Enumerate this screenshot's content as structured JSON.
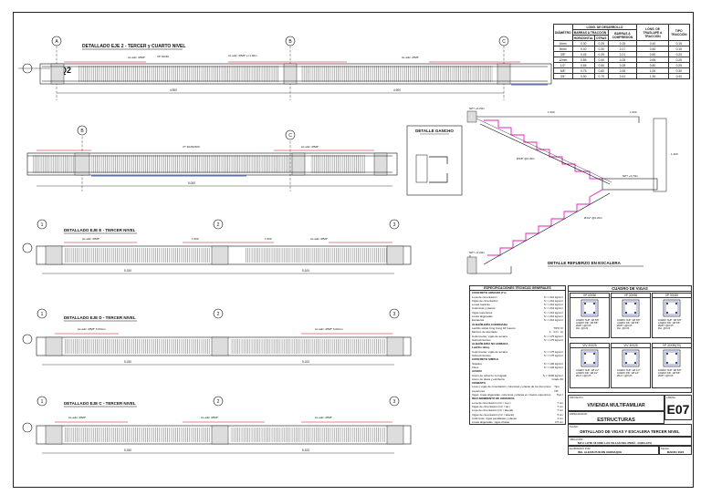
{
  "views": {
    "eje2": {
      "title": "DETALLADO EJE 2 - TERCER y CUARTO NIVEL",
      "axes": [
        "A",
        "B",
        "C"
      ],
      "marker": "Q2",
      "spans": [
        "4.900",
        "4.900"
      ],
      "callouts": [
        "As adic. Ø5/8\"",
        "As adic. Ø5/8\" L=1.60m",
        "As adic. Ø5/8\"",
        "VP 30x50"
      ]
    },
    "eje1": {
      "axes": [
        "B",
        "C"
      ],
      "callouts": [
        "VT 30x50/300",
        "As adic. Ø5/8\""
      ],
      "spans": [
        "5.000"
      ]
    },
    "ejeE": {
      "title": "DETALLADO EJE E - TERCER NIVEL",
      "axes": [
        "1",
        "2",
        "3"
      ],
      "callouts": [
        "As adic. Ø5/8\"",
        "As adic. Ø5/8\"",
        "1.500",
        "1.500"
      ],
      "spans": [
        "5.150",
        "5.100"
      ]
    },
    "ejeD": {
      "title": "DETALLADO EJE D - TERCER NIVEL",
      "axes": [
        "1",
        "2",
        "3"
      ],
      "callouts": [
        "As adic. Ø5/8\" 6.00mm",
        "As adic. Ø5/8\" 6.00mm"
      ],
      "spans": [
        "5.150",
        "5.100"
      ]
    },
    "ejeC": {
      "title": "DETALLADO EJE C - TERCER NIVEL",
      "axes": [
        "1",
        "2",
        "3"
      ],
      "callouts": [
        "As adic. Ø5/8\"",
        "As adic. Ø5/8\"",
        "As adic. Ø5/8\""
      ],
      "spans": [
        "5.150",
        "5.100"
      ]
    },
    "gancho": {
      "title": "DETALLE GANCHO"
    },
    "escalera": {
      "title": "DETALLE REFUERZO EN ESCALERA",
      "labels": [
        "NPT +6.20m",
        "NPT +4.70m",
        "NPT +3.20m",
        "Ø3/8\" @0.20m",
        "Ø1/2\" @0.20m"
      ],
      "dims": [
        "1.200",
        "1.200",
        "1.400"
      ]
    }
  },
  "devtable": {
    "header_top": "LONG. DE DESARROLLO",
    "col_group": "BARRAS A TRACCIÓN",
    "columns": [
      "DIÁMETRO",
      "HORIZONTAL",
      "OTRAS",
      "BARRAS A COMPRESIÓN",
      "LONG. DE TRASLAPE A TRACCIÓN",
      "TIPO TRACCIÓN"
    ],
    "rows": [
      [
        "6mm",
        "0.30",
        "0.25",
        "0.15",
        "0.40",
        "0.15"
      ],
      [
        "8mm",
        "0.40",
        "0.30",
        "0.17",
        "0.50",
        "0.15"
      ],
      [
        "3/8\"",
        "0.45",
        "0.35",
        "0.21",
        "0.60",
        "0.20"
      ],
      [
        "12mm",
        "0.55",
        "0.40",
        "0.25",
        "0.65",
        "0.25"
      ],
      [
        "1/2\"",
        "0.65",
        "0.50",
        "0.28",
        "0.80",
        "0.25"
      ],
      [
        "5/8\"",
        "0.75",
        "0.60",
        "0.35",
        "1.00",
        "0.30"
      ],
      [
        "3/4\"",
        "0.90",
        "0.70",
        "0.41",
        "1.30",
        "0.40"
      ]
    ]
  },
  "specs": {
    "title": "ESPECIFICACIONES TÉCNICAS GENERALES",
    "rows": [
      [
        "CONCRETO ARMADO (f'c)",
        ""
      ],
      [
        "Losa de cimentación",
        "f'c = 210 kg/cm²"
      ],
      [
        "Vigas de cimentación",
        "f'c = 210 kg/cm²"
      ],
      [
        "Losas macizas",
        "f'c = 210 kg/cm²"
      ],
      [
        "Columnas y placas",
        "f'c = 210 kg/cm²"
      ],
      [
        "Vigas superiores",
        "f'c = 210 kg/cm²"
      ],
      [
        "Losas aligeradas",
        "f'c = 210 kg/cm²"
      ],
      [
        "Escaleras",
        "f'c = 210 kg/cm²"
      ],
      [
        "ALBAÑILERÍA CONFINADA",
        ""
      ],
      [
        "Ladrillo sólido King Kong 18 huecos",
        "TIPO IV"
      ],
      [
        "Mortero de asentado",
        "1 : 4 (C : A)"
      ],
      [
        "Columnetas, vigas de amarre",
        "f'c = 175 kg/cm²"
      ],
      [
        "Sobrecimientos",
        "f'c = 175 kg/cm²"
      ],
      [
        "ALBAÑILERÍA NO ARMADA",
        ""
      ],
      [
        "Ladrillo tabiq.",
        ""
      ],
      [
        "Columnetas, vigas de amarre",
        "f'c = 175 kg/cm²"
      ],
      [
        "Sobrecimientos",
        "f'c = 175 kg/cm²"
      ],
      [
        "CONCRETO SIMPLE",
        ""
      ],
      [
        "Solados",
        "f'c = 100 kg/cm²"
      ],
      [
        "Pisos",
        "f'c = 140 kg/cm²"
      ],
      [
        "ACERO",
        ""
      ],
      [
        "Acero de refuerzo corrugado",
        "fy = 4200 kg/cm²"
      ],
      [
        "Acero de placa y estribería",
        "Grado 60"
      ],
      [
        "CEMENTO",
        ""
      ],
      [
        "Losa y vigas de cimentación, columnas y placas de los tres pisos superiores",
        "Tipo I/IP"
      ],
      [
        "Vigas, losas aligeradas, columnas y placas en niveles superiores",
        "Tipo I"
      ],
      [
        "RECUBRIMIENTO DE ARMADOS",
        ""
      ],
      [
        "Losa de cimentación (inf. / sup.)",
        "7 cm"
      ],
      [
        "Vigas de cimentación (inf. / lat.)",
        "7 cm"
      ],
      [
        "Losa de cimentación (inf. / lateral)",
        "7 cm"
      ],
      [
        "Vigas de cimentación (inf. / lateral)",
        "5 cm"
      ],
      [
        "Columnas, vigas peraltadas y placas",
        "4 cm"
      ],
      [
        "Losas aligeradas, vigas chatas",
        "2.5 cm"
      ]
    ]
  },
  "vigas": {
    "title": "CUADRO DE VIGAS",
    "sections": [
      {
        "name": "VP 30X50",
        "notes": [
          "ACERO SUP: 2Ø 5/8\"",
          "ACERO INF: 2Ø 5/8\"",
          "Ø3/8\" 1@0.05",
          "Rto. @0.20"
        ]
      },
      {
        "name": "VP 30X50",
        "notes": [
          "ACERO SUP: 2Ø 5/8\"",
          "ACERO INF: 2Ø 5/8\"",
          "Ø3/8\" 1@0.05",
          "Rto. @0.20"
        ]
      },
      {
        "name": "VP 30X40",
        "notes": [
          "ACERO SUP: 2Ø 5/8\"",
          "ACERO INF: 2Ø 5/8\"",
          "Ø3/8\" 1@0.05",
          "Rto. @0.20"
        ]
      },
      {
        "name": "VIV 30X25",
        "notes": [
          "ACERO SUP: 2Ø 1/2\"",
          "ACERO INF: 2Ø 1/2\"",
          "Ø1/4\" 1@0.05"
        ]
      },
      {
        "name": "VIV 30X25",
        "notes": [
          "ACERO SUP: 2Ø 1/2\"",
          "ACERO INF: 2Ø 1/2\"",
          "Ø1/4\" 1@0.05"
        ]
      },
      {
        "name": "VP 30X50(70)",
        "notes": [
          "ACERO SUP: 2Ø 5/8\"",
          "ACERO INF: 2Ø 5/8\"",
          "Ø3/8\" 1@0.05"
        ]
      }
    ]
  },
  "titleblock": {
    "proyecto_lbl": "PROYECTO:",
    "proyecto": "VIVIENDA MULTIFAMILIAR",
    "lamina_lbl": "LÁMINA:",
    "lamina": "E07",
    "especialidad_lbl": "ESPECIALIDAD:",
    "especialidad": "ESTRUCTURAS",
    "plano_lbl": "PLANO:",
    "plano": "DETALLADO DE VIGAS Y ESCALERA TERCER NIVEL",
    "ubicacion_lbl": "UBICACIÓN:",
    "ubicacion": "MZ C LOTE 18 URB. LAS VILLAS DEL PERÚ - CHICLAYO",
    "elaborado_lbl": "ELABORADO POR:",
    "elaborado": "ING. ALEXIS PUICON CERNAQUE",
    "fecha_lbl": "FECHA:",
    "fecha": "MARZO 2023"
  },
  "colors": {
    "line": "#111111",
    "rebar_red": "#d0021b",
    "stair_magenta": "#e020c0",
    "rebar_blue": "#1a3cc8",
    "ink": "#222222"
  }
}
